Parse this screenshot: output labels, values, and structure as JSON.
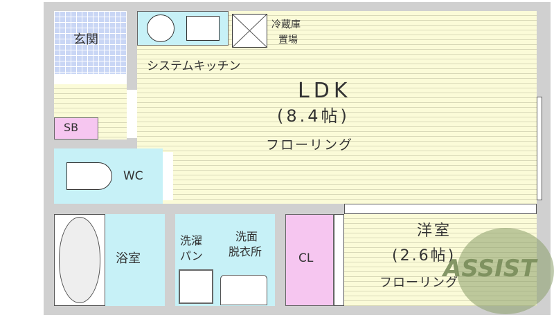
{
  "rooms": {
    "entrance": "玄関",
    "shoe_box": "SB",
    "kitchen": "システムキッチン",
    "fridge_line1": "冷蔵庫",
    "fridge_line2": "置場",
    "ldk_name": "LDK",
    "ldk_size": "(8.4帖)",
    "ldk_floor": "フローリング",
    "toilet": "WC",
    "bath": "浴室",
    "laundry_line1": "洗濯",
    "laundry_line2": "パン",
    "wash_line1": "洗面",
    "wash_line2": "脱衣所",
    "closet": "CL",
    "western_name": "洋室",
    "western_size": "(2.6帖)",
    "western_floor": "フローリング"
  },
  "watermark": "ASSIST",
  "colors": {
    "wall": "#d0d0d0",
    "flooring": "#fbfbd8",
    "wet_area": "#c7f1f7",
    "storage": "#f6c6f0",
    "entrance": "#c9d6f5",
    "watermark": "#8a9f6a"
  }
}
